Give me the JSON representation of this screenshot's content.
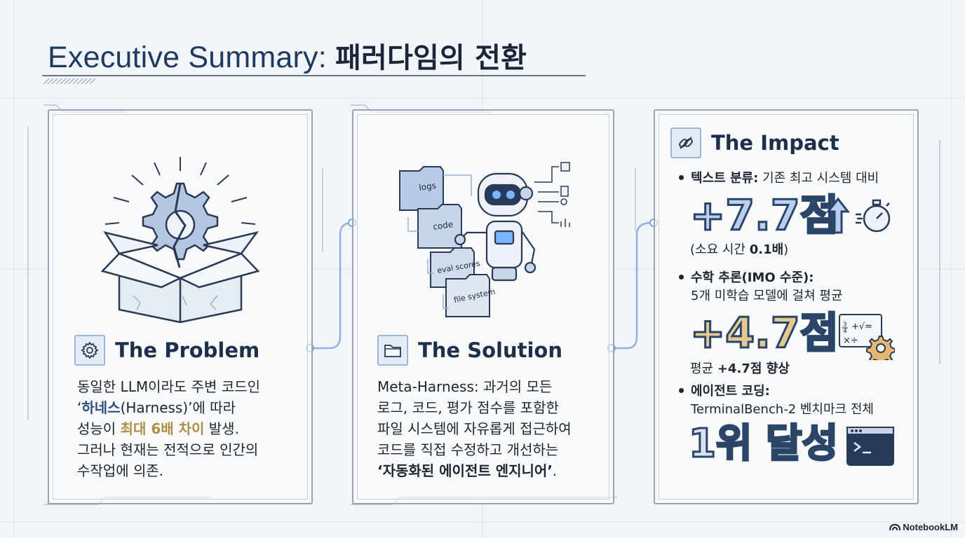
{
  "title": {
    "en": "Executive Summary: ",
    "kr": "패러다임의 전환"
  },
  "problem": {
    "heading": "The Problem",
    "line1": "동일한 LLM이라도 주변 코드인",
    "line2_pre": "‘",
    "line2_hl": "하네스",
    "line2_post": "(Harness)’에 따라",
    "line3_pre": "성능이 ",
    "line3_hl": "최대 6배 차이",
    "line3_post": " 발생.",
    "line4": "그러나 현재는 전적으로 인간의",
    "line5": "수작업에 의존."
  },
  "solution": {
    "heading": "The Solution",
    "line1": "Meta-Harness: 과거의 모든",
    "line2": "로그, 코드, 평가 점수를 포함한",
    "line3": "파일 시스템에 자유롭게 접근하여",
    "line4": "코드를 직접 수정하고 개선하는",
    "line5_bold": "‘자동화된 에이전트 엔지니어’",
    "line5_post": ".",
    "folders": [
      "logs",
      "code",
      "eval scores",
      "file system"
    ]
  },
  "impact": {
    "heading": "The Impact",
    "item1": {
      "label": "텍스트 분류:",
      "desc": " 기존 최고 시스템 대비",
      "big": "+7.7점",
      "sub_pre": "(소요 시간 ",
      "sub_bold": "0.1배",
      "sub_post": ")"
    },
    "item2": {
      "label": "수학 추론(IMO 수준):",
      "desc": "5개 미학습 모델에 걸쳐 평균",
      "big": "+4.7점",
      "sub_pre": "평균 ",
      "sub_bold": "+4.7점 향상"
    },
    "item3": {
      "label": "에이전트 코딩:",
      "desc": "TerminalBench-2 벤치마크 전체",
      "big": "1위 달성"
    }
  },
  "watermark": "NotebookLM",
  "colors": {
    "accent_blue": "#2c4f82",
    "accent_gold": "#b08d46",
    "background": "#f1f4f8"
  },
  "icons": [
    "gear-icon",
    "folder-icon",
    "link-icon",
    "stopwatch-icon",
    "math-gear-icon",
    "terminal-icon",
    "broken-box-icon",
    "robot-icon"
  ]
}
